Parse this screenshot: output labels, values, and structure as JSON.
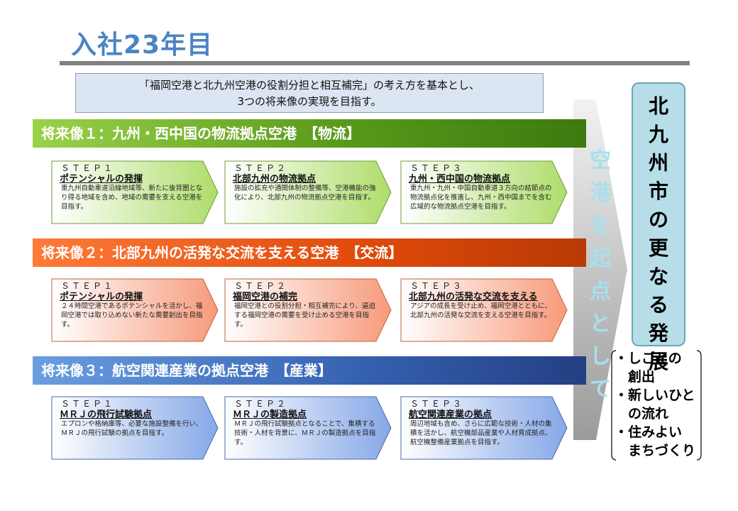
{
  "title": "入社23年目",
  "intro": {
    "line1": "「福岡空港と北九州空港の役割分担と相互補完」の考え方を基本とし、",
    "line2": "3つの将来像の実現を目指す。"
  },
  "visions": [
    {
      "label": "将来像１：九州・西中国の物流拠点空港　【物流】",
      "steps": [
        {
          "head": "ＳＴＥＰ１",
          "title": "ポテンシャルの発揮",
          "desc": "東九州自動車道沿線地域等、新たに後背圏となり得る地域を含め、地域の需要を支える空港を目指す。"
        },
        {
          "head": "ＳＴＥＰ２",
          "title": "北部九州の物流拠点",
          "desc": "施設の拡充や通関体制の整備等、空港機能の強化により、北部九州の物流拠点空港を目指す。"
        },
        {
          "head": "ＳＴＥＰ３",
          "title": "九州・西中国の物流拠点",
          "desc": "東九州・九州・中国自動車道３方向の結節点の物流拠点化を推進し、九州・西中国までを含む広域的な物流拠点空港を目指す。"
        }
      ]
    },
    {
      "label": "将来像２：北部九州の活発な交流を支える空港　【交流】",
      "steps": [
        {
          "head": "ＳＴＥＰ１",
          "title": "ポテンシャルの発揮",
          "desc": "２４時間空港であるポテンシャルを活かし、福岡空港では取り込めない新たな需要創出を目指す。"
        },
        {
          "head": "ＳＴＥＰ２",
          "title": "福岡空港の補完",
          "desc": "福岡空港との役割分担・相互補完により、逼迫する福岡空港の需要を受け止める空港を目指す。"
        },
        {
          "head": "ＳＴＥＰ３",
          "title": "北部九州の活発な交流を支える",
          "desc": "アジアの成長を受け止め、福岡空港とともに、北部九州の活発な交流を支える空港を目指す。"
        }
      ]
    },
    {
      "label": "将来像３：航空関連産業の拠点空港　【産業】",
      "steps": [
        {
          "head": "ＳＴＥＰ１",
          "title": "ＭＲＪの飛行試験拠点",
          "desc": "エプロンや格納庫等、必要な施設整備を行い、ＭＲＪの飛行試験の拠点を目指す。"
        },
        {
          "head": "ＳＴＥＰ２",
          "title": "ＭＲＪの製造拠点",
          "desc": "ＭＲＪの飛行試験拠点となることで、集積する技術・人材を背景に、ＭＲＪの製造拠点を目指す。"
        },
        {
          "head": "ＳＴＥＰ３",
          "title": "航空関連産業の拠点",
          "desc": "周辺地域も含め、さらに広範な技術・人材の集積を活かし、航空機部品産業や人材育成拠点、航空機整備産業拠点を目指す。"
        }
      ]
    }
  ],
  "side_column": "北九州市の更なる発展",
  "sub_vertical": "空港を起点として",
  "bullets": [
    "・しごとの",
    "　創出",
    "・新しいひと",
    "　の流れ",
    "・住みよい",
    "　まちづくり"
  ],
  "colors": {
    "title": "#4a84c4",
    "green": "#5a9a1a",
    "orange": "#e04a0a",
    "blue": "#3560b0",
    "side": "#b7dee8"
  }
}
